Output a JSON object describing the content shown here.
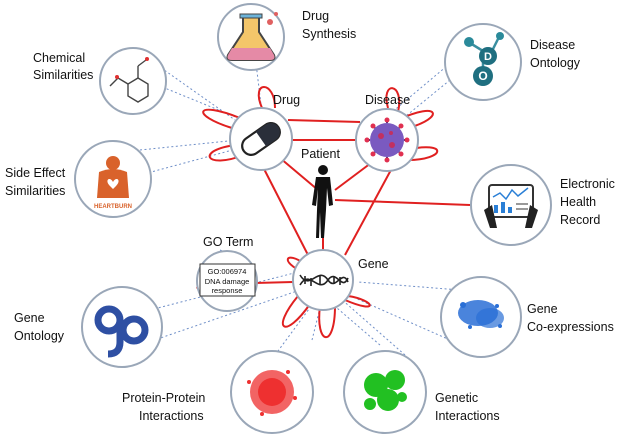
{
  "nodes": {
    "drug_synthesis": "Drug Synthesis",
    "chemical_similarities": "Chemical Similarities",
    "drug": "Drug",
    "disease": "Disease",
    "disease_ontology": "Disease Ontology",
    "patient": "Patient",
    "side_effect_similarities": "Side Effect Similarities",
    "heartburn": "HEARTBURN",
    "electronic_health_record": "Electronic Health Record",
    "go_term": "GO Term",
    "go_box_line1": "GO:006974",
    "go_box_line2": "DNA damage",
    "go_box_line3": "response",
    "gene": "Gene",
    "gene_ontology": "Gene Ontology",
    "gene_coexpressions": "Gene Co-expressions",
    "protein_protein_interactions": "Protein-Protein Interactions",
    "genetic_interactions": "Genetic Interactions",
    "do_letter_d": "D",
    "do_letter_o": "O"
  },
  "label_lines": {
    "drug_synthesis": [
      "Drug",
      "Synthesis"
    ],
    "chemical_similarities": [
      "Chemical",
      "Similarities"
    ],
    "disease_ontology": [
      "Disease",
      "Ontology"
    ],
    "side_effect_similarities": [
      "Side Effect",
      "Similarities"
    ],
    "electronic_health_record": [
      "Electronic",
      "Health",
      "Record"
    ],
    "gene_ontology": [
      "Gene",
      "Ontology"
    ],
    "gene_coexpressions": [
      "Gene",
      "Co-expressions"
    ],
    "protein_protein_interactions": [
      "Protein-Protein",
      "Interactions"
    ],
    "genetic_interactions": [
      "Genetic",
      "Interactions"
    ]
  },
  "colors": {
    "edge_red": "#e02020",
    "dotted_blue": "#6f8fc8",
    "circle_border": "#9aa7b8",
    "gene_ontology_blue": "#2e4fa3",
    "disease_ontology_teal": "#2a8a9a",
    "coexpression_blue": "#2a6fd6",
    "ppi_red": "#ee3030",
    "genetic_green": "#22c022",
    "virus_purple": "#5a3aa0",
    "heartburn_orange": "#d9622b"
  },
  "icons": {
    "drug": "pill-icon",
    "disease": "virus-icon",
    "drug_synthesis": "flask-icon",
    "chemical_similarities": "molecule-icon",
    "disease_ontology": "do-logo-icon",
    "side_effect_similarities": "heartburn-person-icon",
    "electronic_health_record": "tablet-chart-icon",
    "gene": "dna-icon",
    "gene_ontology": "go-logo-icon",
    "patient": "human-silhouette-icon"
  }
}
